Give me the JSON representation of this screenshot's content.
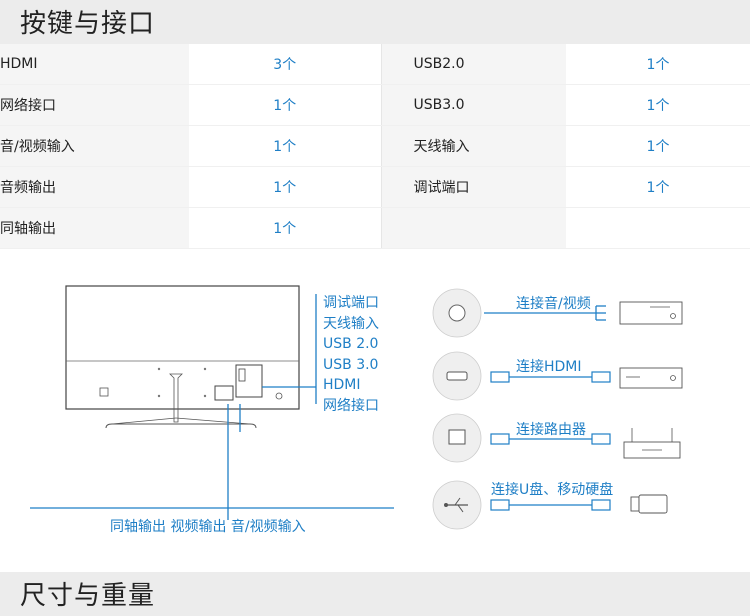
{
  "header": {
    "title": "按键与接口"
  },
  "specs": {
    "rows": [
      {
        "l1": "HDMI",
        "v1": "3个",
        "l2": "USB2.0",
        "v2": "1个"
      },
      {
        "l1": "网络接口",
        "v1": "1个",
        "l2": "USB3.0",
        "v2": "1个"
      },
      {
        "l1": "音/视频输入",
        "v1": "1个",
        "l2": "天线输入",
        "v2": "1个"
      },
      {
        "l1": "音频输出",
        "v1": "1个",
        "l2": "调试端口",
        "v2": "1个"
      },
      {
        "l1": "同轴输出",
        "v1": "1个",
        "l2": "",
        "v2": ""
      }
    ]
  },
  "diagram": {
    "port_callouts": [
      "调试端口",
      "天线输入",
      "USB 2.0",
      "USB 3.0",
      "HDMI",
      "网络接口"
    ],
    "bottom_callout": "同轴输出  视频输出  音/视频输入",
    "connections": [
      {
        "label": "连接音/视频",
        "icon": "av-port-icon",
        "device": "set-top-box-icon"
      },
      {
        "label": "连接HDMI",
        "icon": "hdmi-port-icon",
        "device": "set-top-box-icon"
      },
      {
        "label": "连接路由器",
        "icon": "ethernet-port-icon",
        "device": "router-icon"
      },
      {
        "label": "连接U盘、移动硬盘",
        "icon": "usb-icon",
        "device": "usb-drive-icon"
      }
    ],
    "accent_color": "#1f7fc6"
  },
  "footer_section": {
    "title": "尺寸与重量"
  }
}
